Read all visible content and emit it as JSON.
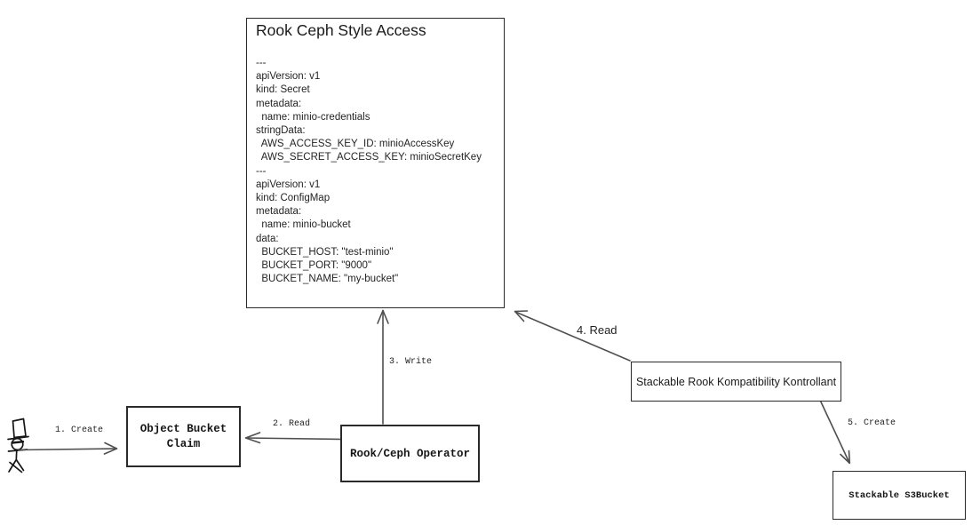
{
  "main_box": {
    "title": "Rook Ceph Style Access",
    "yaml": "---\napiVersion: v1\nkind: Secret\nmetadata:\n  name: minio-credentials\nstringData:\n  AWS_ACCESS_KEY_ID: minioAccessKey\n  AWS_SECRET_ACCESS_KEY: minioSecretKey\n---\napiVersion: v1\nkind: ConfigMap\nmetadata:\n  name: minio-bucket\ndata:\n  BUCKET_HOST: \"test-minio\"\n  BUCKET_PORT: \"9000\"\n  BUCKET_NAME: \"my-bucket\""
  },
  "boxes": {
    "object_bucket_claim": {
      "label": "Object Bucket\nClaim"
    },
    "rook_ceph_operator": {
      "label": "Rook/Ceph Operator"
    },
    "stackable_kontrollant": {
      "label": "Stackable Rook Kompatibility Kontrollant"
    },
    "stackable_s3bucket": {
      "label": "Stackable S3Bucket"
    }
  },
  "arrow_labels": {
    "step1": "1. Create",
    "step2": "2. Read",
    "step3": "3. Write",
    "step4": "4. Read",
    "step5": "5. Create"
  },
  "icons": {
    "actor": "stick-figure-user-icon"
  },
  "colors": {
    "background": "#ffffff",
    "arrow_line": "#4f4f4f",
    "box_border": "#2a2a2a",
    "text": "#1c1c1c"
  }
}
